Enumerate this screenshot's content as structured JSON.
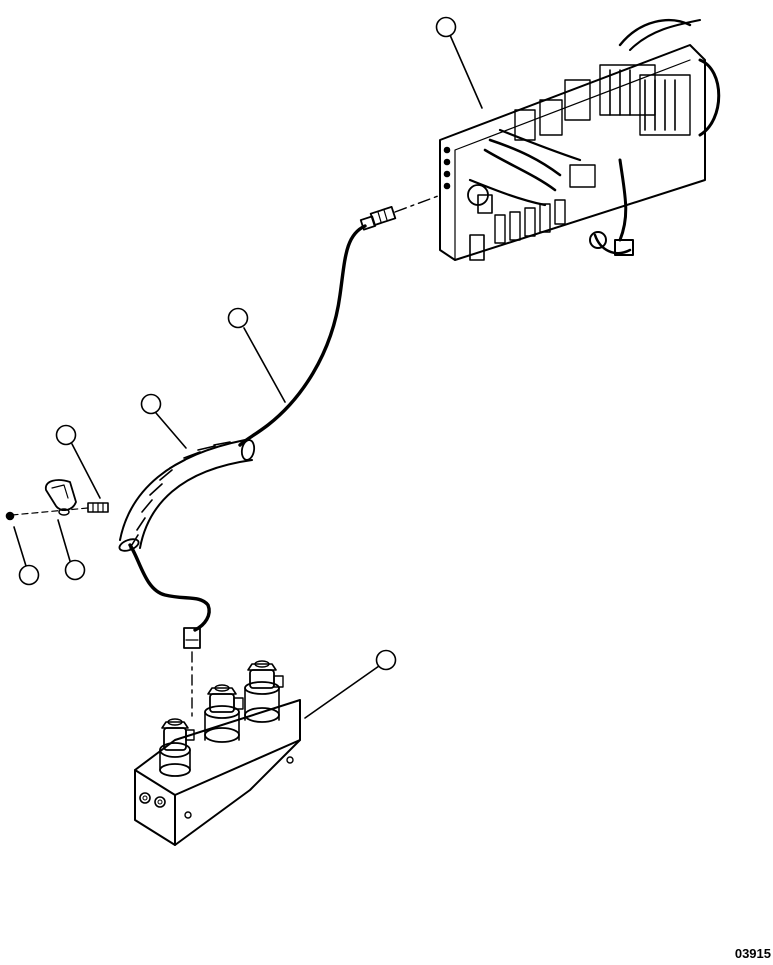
{
  "figure": {
    "number": "03915",
    "callouts": [
      "",
      "",
      "",
      "",
      "",
      "",
      ""
    ],
    "components": [
      "control-board",
      "harness-connector",
      "cable-harness",
      "spiral-wrap",
      "cable-clamp",
      "clamp-screw",
      "clamp-nut",
      "harness-plug",
      "valve-manifold"
    ]
  }
}
